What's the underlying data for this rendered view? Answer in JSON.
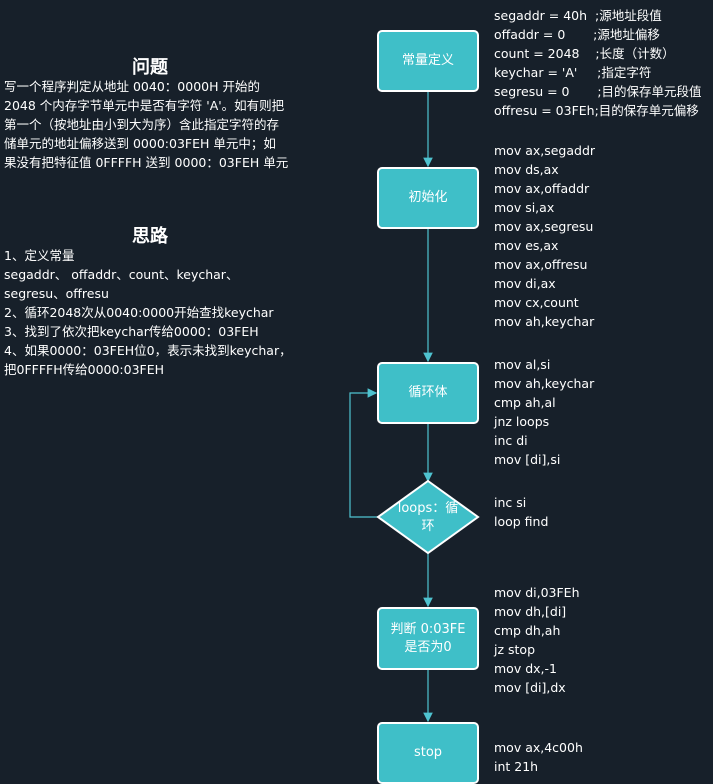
{
  "problem": {
    "title": "问题",
    "lines": [
      "写一个程序判定从地址 0040：0000H 开始的",
      "2048 个内存字节单元中是否有字符 'A'。如有则把",
      "第一个（按地址由小到大为序）含此指定字符的存",
      "储单元的地址偏移送到  0000:03FEH 单元中；如",
      "果没有把特征值 0FFFFH 送到 0000：03FEH 单元"
    ]
  },
  "approach": {
    "title": "思路",
    "lines": [
      "1、定义常量",
      " segaddr、 offaddr、count、keychar、",
      "segresu、offresu",
      "2、循环2048次从0040:0000开始查找keychar",
      "3、找到了依次把keychar传给0000：03FEH",
      "4、如果0000：03FEH位0，表示未找到keychar，",
      "把0FFFFH传给0000:03FEH"
    ]
  },
  "flow": {
    "define": "常量定义",
    "init": "初始化",
    "loop": "循环体",
    "cond": "loops：循环",
    "check": "判断 0:03FE 是否为0",
    "stop": "stop"
  },
  "code": {
    "define": [
      "segaddr = 40h  ;源地址段值",
      "offaddr = 0       ;源地址偏移",
      "count = 2048    ;长度（计数）",
      "keychar = 'A'     ;指定字符",
      "segresu = 0       ;目的保存单元段值",
      "offresu = 03FEh;目的保存单元偏移"
    ],
    "init": [
      "mov ax,segaddr",
      "mov ds,ax",
      "mov ax,offaddr",
      "mov si,ax",
      "mov ax,segresu",
      "mov es,ax",
      "mov ax,offresu",
      "mov di,ax",
      "mov cx,count",
      "mov ah,keychar"
    ],
    "loop": [
      "mov al,si",
      "mov ah,keychar",
      "cmp ah,al",
      "jnz loops",
      "inc di",
      "mov [di],si"
    ],
    "cond": [
      "inc si",
      "loop find"
    ],
    "check": [
      "mov di,03FEh",
      "mov dh,[di]",
      "cmp dh,ah",
      "jz stop",
      "mov dx,-1",
      "mov [di],dx"
    ],
    "stop": [
      "mov ax,4c00h",
      "int 21h"
    ]
  },
  "colors": {
    "background": "#17202a",
    "node_fill": "#3fbfc8",
    "node_border": "#ffffff",
    "edge": "#4fc3d0",
    "text": "#ffffff"
  }
}
